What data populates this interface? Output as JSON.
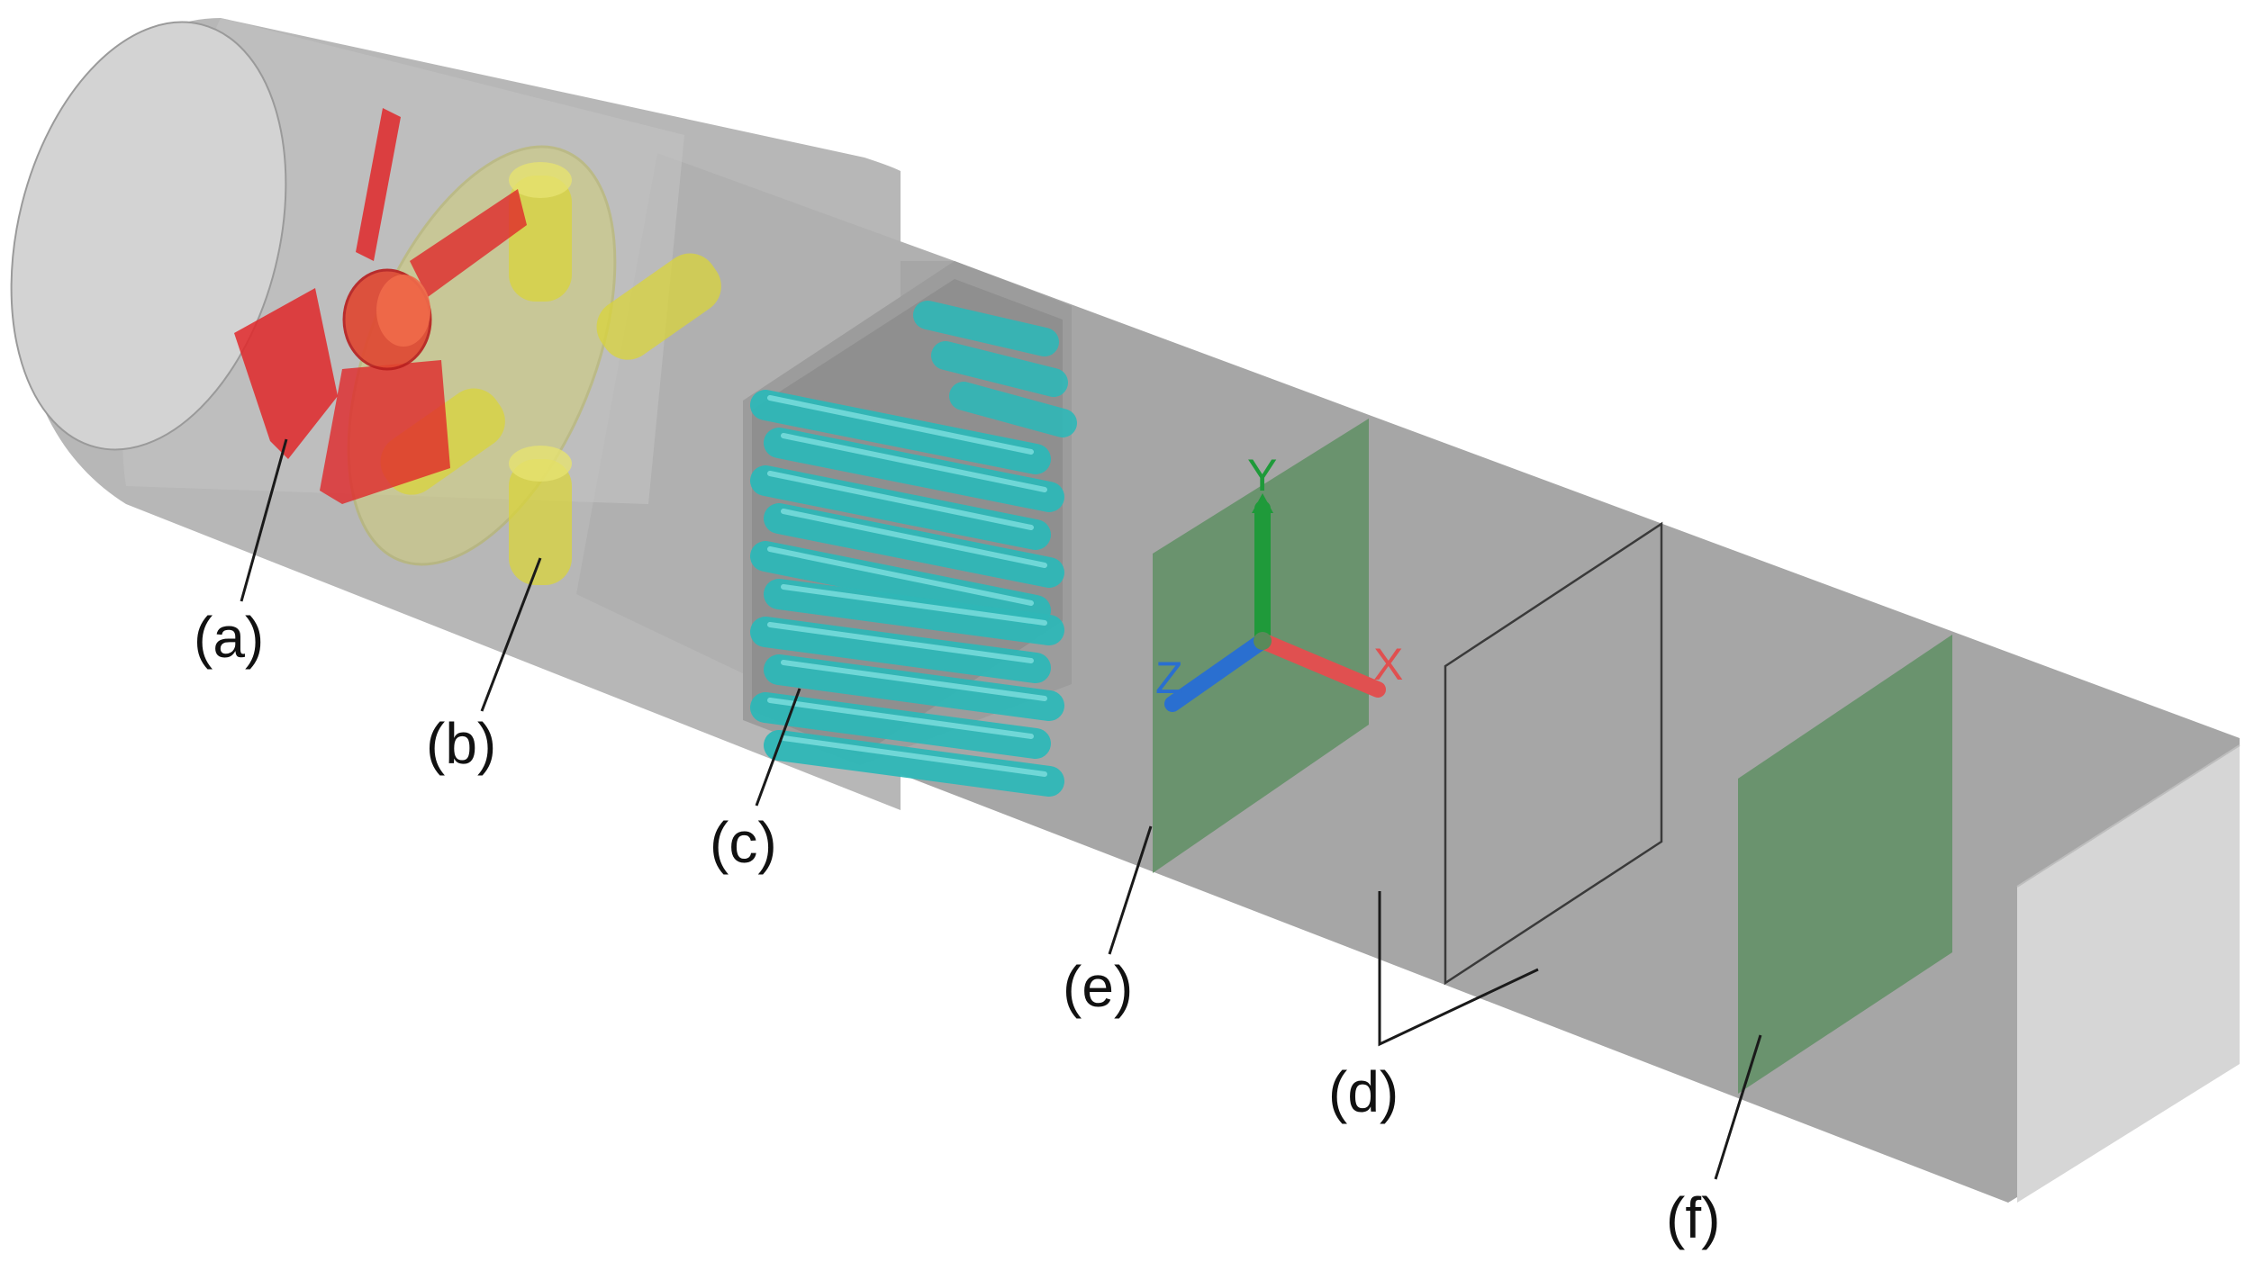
{
  "labels": {
    "a": "(a)",
    "b": "(b)",
    "c": "(c)",
    "d": "(d)",
    "e": "(e)",
    "f": "(f)"
  },
  "axes": {
    "x": "X",
    "y": "Y",
    "z": "Z"
  },
  "colors": {
    "duct_wall": "#a6a6a6",
    "duct_light": "#cfcfcf",
    "fan_blades": "#e0282a",
    "guide_vanes": "#d8d400",
    "cylinders": "#2fb8b8",
    "planes": "#5f8f64",
    "axis_x": "#e05050",
    "axis_y": "#1f9a3a",
    "axis_z": "#2a6fd0",
    "outline": "#4a4a4a"
  }
}
